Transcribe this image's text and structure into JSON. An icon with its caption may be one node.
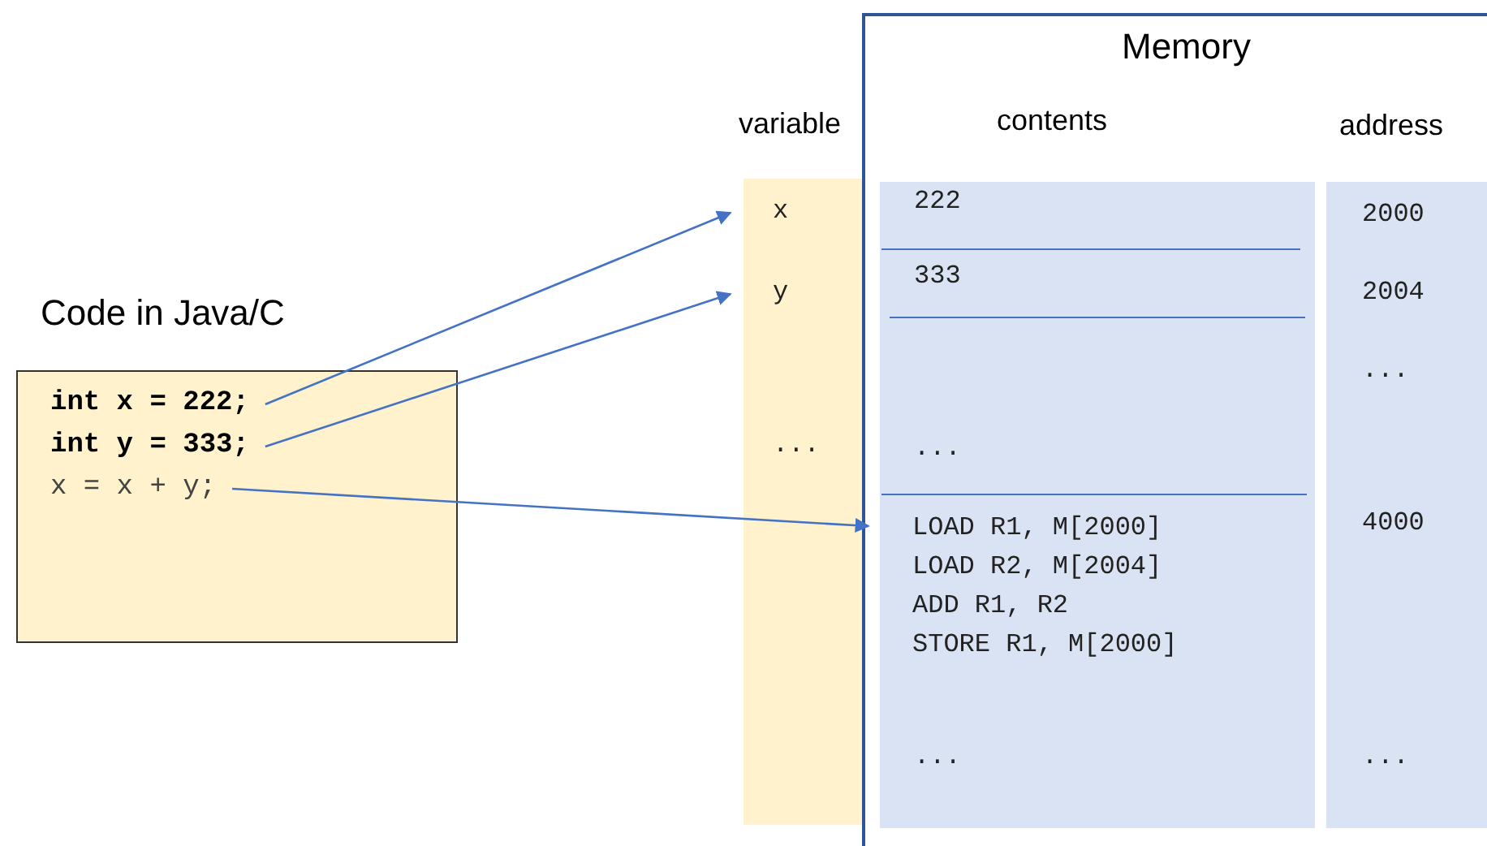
{
  "diagram": {
    "nodes": [
      {
        "text": [
          "Code in Java/C"
        ]
      },
      {
        "text": [
          "int x = 222;"
        ],
        "in": 0
      },
      {
        "text": [
          "int y = 333;"
        ],
        "in": 0
      },
      {
        "text": [
          "x = x + y;"
        ],
        "in": 0
      },
      {
        "text": [
          "Memory"
        ]
      },
      {
        "text": [
          "variable"
        ]
      },
      {
        "text": [
          "x"
        ],
        "in": 5
      },
      {
        "text": [
          "y"
        ],
        "in": 5
      },
      {
        "text": [
          "..."
        ],
        "in": 5
      },
      {
        "text": [
          "contents"
        ],
        "in": 4
      },
      {
        "text": [
          "222"
        ],
        "in": 9
      },
      {
        "text": [
          "333"
        ],
        "in": 9
      },
      {
        "text": [
          "..."
        ],
        "in": 9
      },
      {
        "text": [
          "LOAD R1, M[2000]",
          "LOAD R2, M[2004]",
          "ADD R1, R2",
          "STORE R1, M[2000]"
        ],
        "in": 9
      },
      {
        "text": [
          "..."
        ],
        "in": 9
      },
      {
        "text": [
          "address"
        ],
        "in": 4
      },
      {
        "text": [
          "2000"
        ],
        "in": 15
      },
      {
        "text": [
          "2004"
        ],
        "in": 15
      },
      {
        "text": [
          "..."
        ],
        "in": 15
      },
      {
        "text": [
          "4000"
        ],
        "in": 15
      },
      {
        "text": [
          "..."
        ],
        "in": 15
      }
    ],
    "edges": [
      {
        "from": 1,
        "to": 6,
        "arrow": "to"
      },
      {
        "from": 2,
        "to": 7,
        "arrow": "to"
      },
      {
        "from": 3,
        "to": 13,
        "arrow": "to"
      }
    ]
  }
}
